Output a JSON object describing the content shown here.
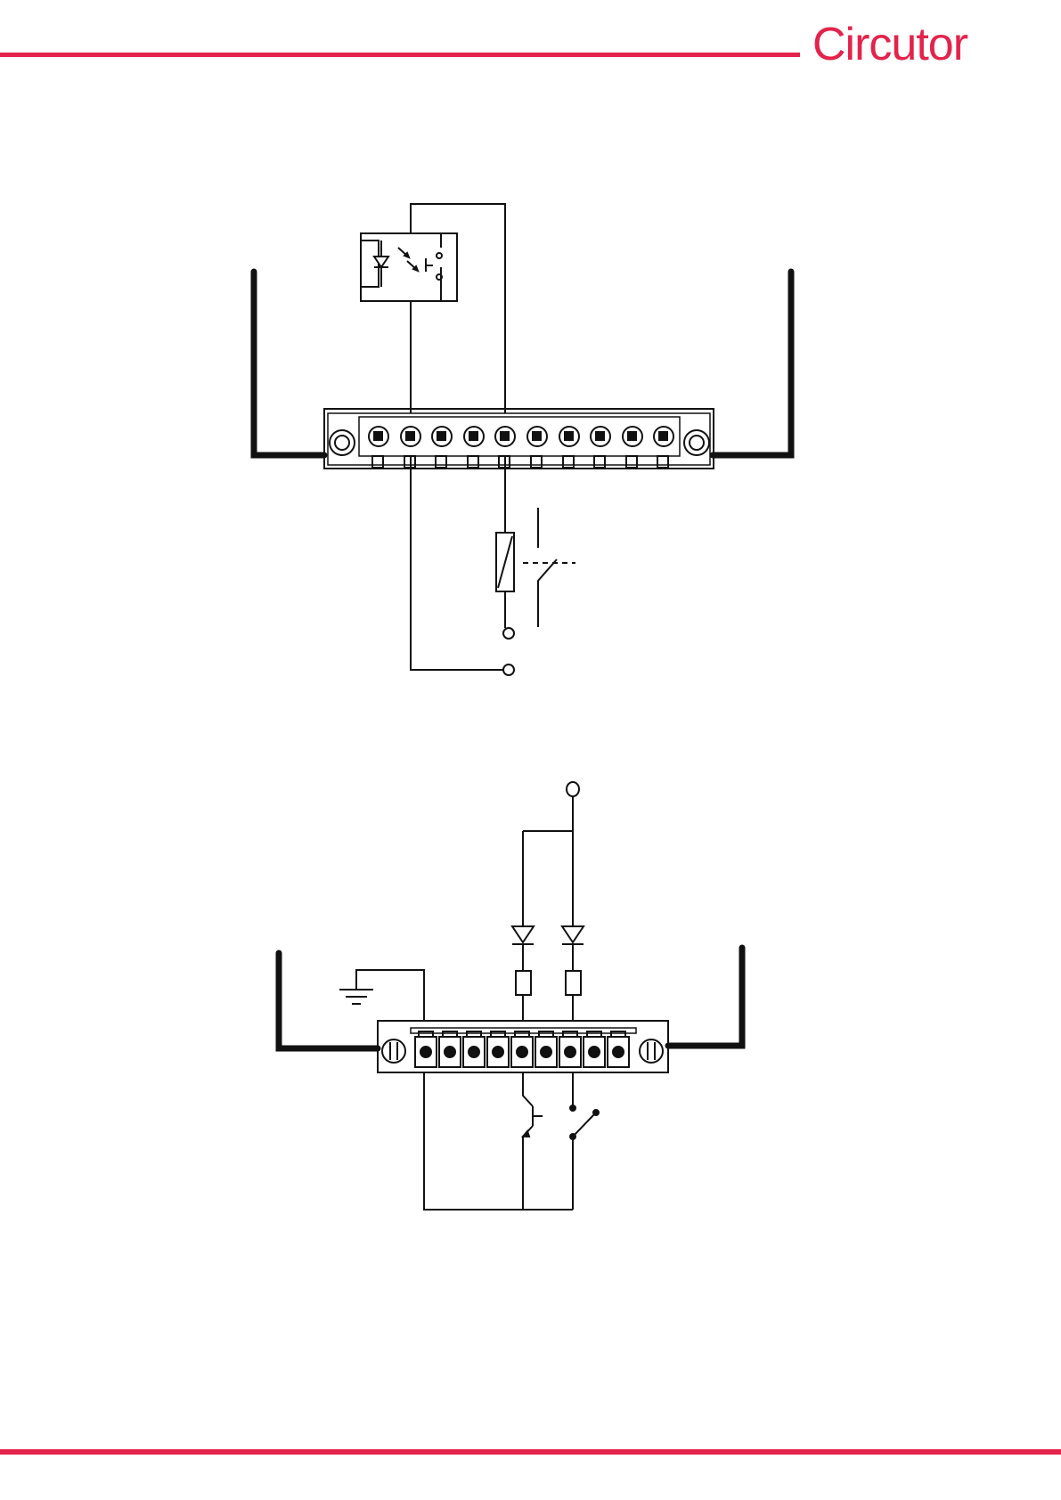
{
  "brand": {
    "name": "Circutor",
    "name_prefix": "Circut",
    "name_o": "o",
    "name_suffix": "r",
    "color": "#e3234b"
  },
  "theme": {
    "rule_color": "#e3234b",
    "line_color": "#111111"
  }
}
